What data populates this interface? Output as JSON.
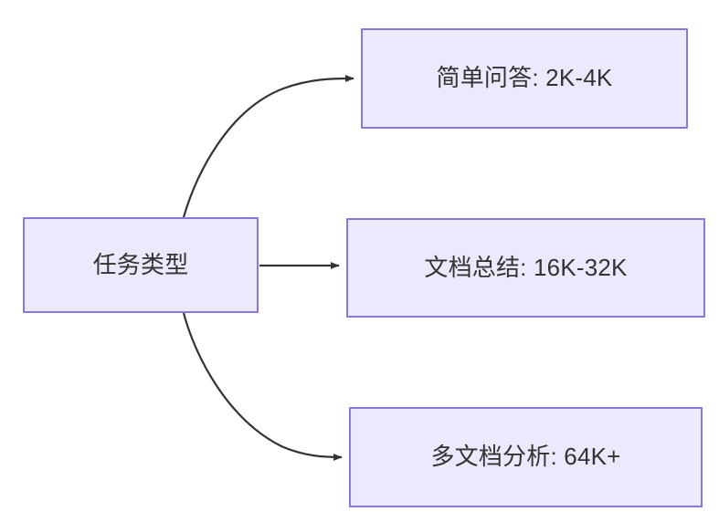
{
  "diagram": {
    "type": "flowchart",
    "direction": "left-to-right",
    "background_color": "#ffffff",
    "node_fill_color": "#ebe9fb",
    "node_border_color": "#8b77d9",
    "node_text_color": "#333333",
    "edge_color": "#333333",
    "nodes": {
      "root": {
        "label": "任务类型"
      },
      "branches": [
        {
          "label": "简单问答: 2K-4K"
        },
        {
          "label": "文档总结: 16K-32K"
        },
        {
          "label": "多文档分析: 64K+"
        }
      ]
    },
    "edges": [
      {
        "from": "任务类型",
        "to": "简单问答: 2K-4K",
        "style": "curved",
        "arrow": "arrowhead-icon"
      },
      {
        "from": "任务类型",
        "to": "文档总结: 16K-32K",
        "style": "straight",
        "arrow": "arrowhead-icon"
      },
      {
        "from": "任务类型",
        "to": "多文档分析: 64K+",
        "style": "curved",
        "arrow": "arrowhead-icon"
      }
    ]
  }
}
